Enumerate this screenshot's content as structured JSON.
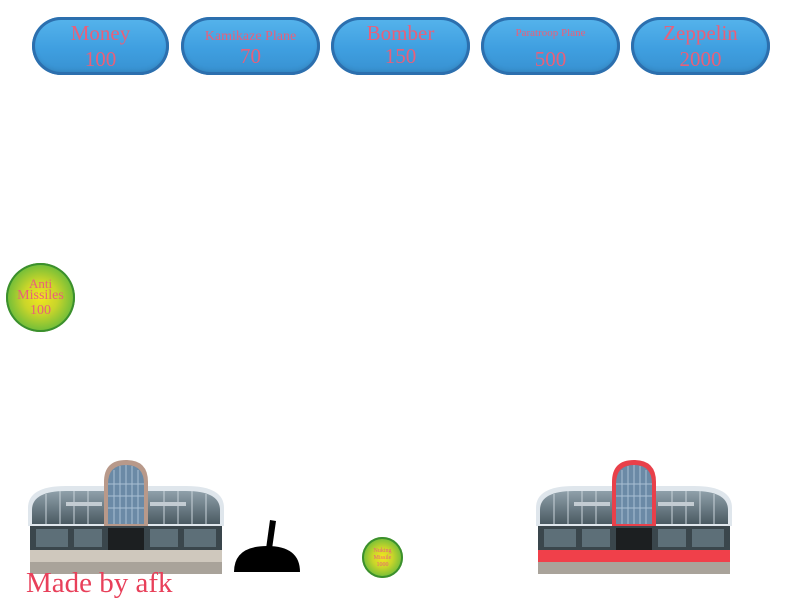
{
  "hud": {
    "money": {
      "label": "Money",
      "value": "100"
    },
    "kamikaze": {
      "label": "Kamikaze Plane",
      "value": "70"
    },
    "bomber": {
      "label": "Bomber",
      "value": "150"
    },
    "paratroop": {
      "label": "Paratroop Plane",
      "value": "500"
    },
    "zeppelin": {
      "label": "Zeppelin",
      "value": "2000"
    }
  },
  "anti_missiles": {
    "line1": "Anti",
    "line2": "Missiles",
    "line3": "100"
  },
  "small_button": {
    "line1": "Nuking",
    "line2": "Missile",
    "line3": "1000"
  },
  "credit": "Made by afk",
  "icons": {
    "player_base": "building-icon",
    "enemy_base": "building-icon",
    "turret": "cannon-icon"
  },
  "colors": {
    "pill_blue": "#3f9fe0",
    "pill_border": "#2c6fae",
    "text_pink": "#e8607a",
    "enemy_health": "#f0404a",
    "enemy_outline": "#e8404a"
  }
}
